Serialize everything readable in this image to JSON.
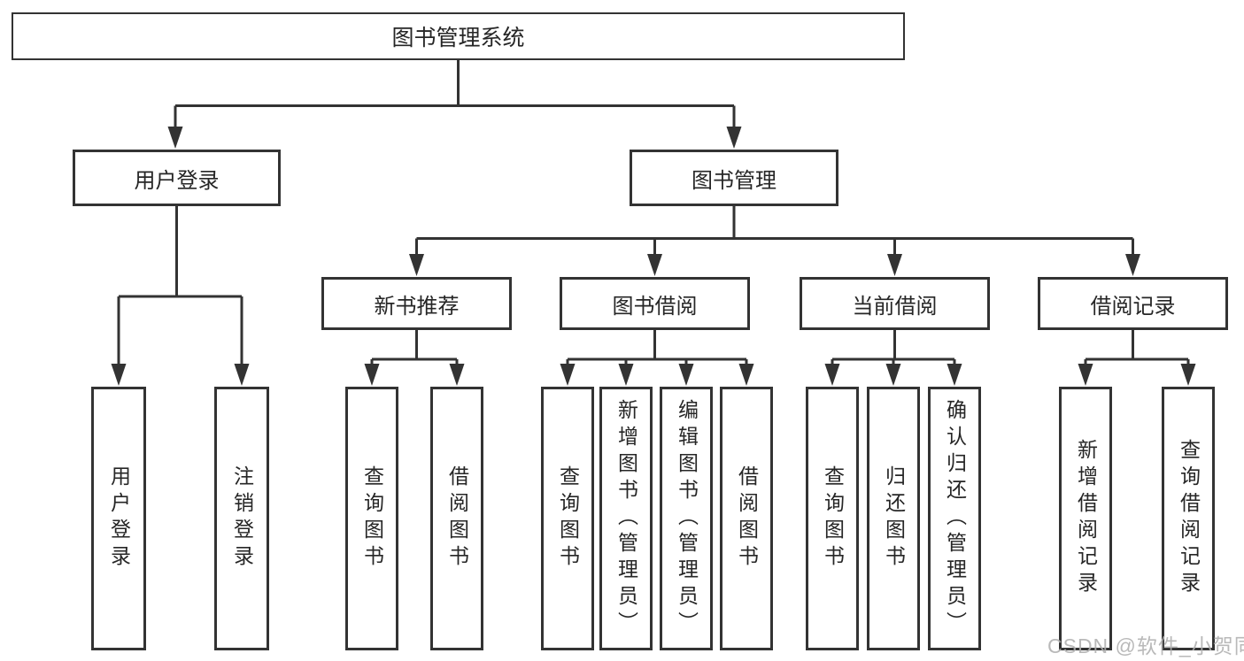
{
  "tree": {
    "root": "图书管理系统",
    "level1": [
      "用户登录",
      "图书管理"
    ],
    "level2": [
      "新书推荐",
      "图书借阅",
      "当前借阅",
      "借阅记录"
    ],
    "leaves": {
      "user_login": [
        "用户登录",
        "注销登录"
      ],
      "new_book": [
        "查询图书",
        "借阅图书"
      ],
      "book_borrow": [
        "查询图书",
        "新增图书（管理员）",
        "编辑图书（管理员）",
        "借阅图书"
      ],
      "current_borrow": [
        "查询图书",
        "归还图书",
        "确认归还（管理员）"
      ],
      "borrow_record": [
        "新增借阅记录",
        "查询借阅记录"
      ]
    }
  },
  "watermark": "CSDN @软件_小贺同学",
  "colors": {
    "line": "#333333",
    "text": "#262626",
    "background": "#ffffff",
    "watermark": "#b0b0b0"
  }
}
